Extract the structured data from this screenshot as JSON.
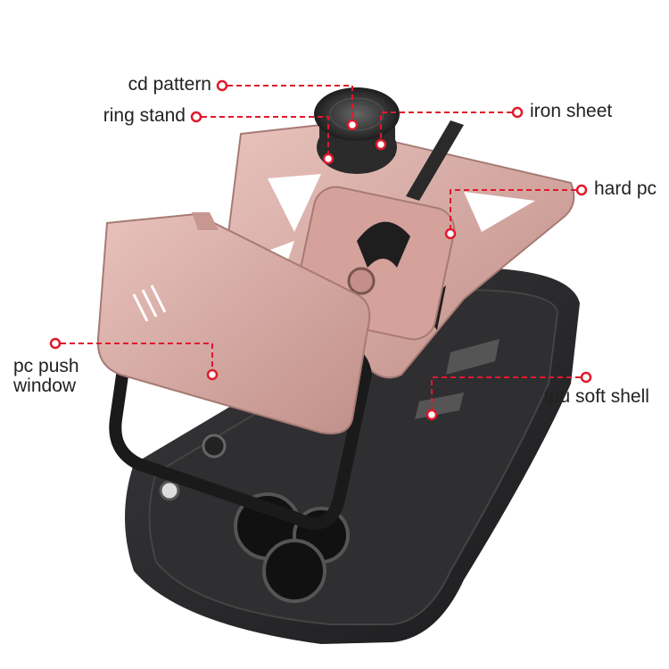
{
  "labels": {
    "cd_pattern": "cd pattern",
    "ring_stand": "ring stand",
    "iron_sheet": "iron sheet",
    "hard_pc": "hard pc",
    "pc_push_window_line1": "pc push",
    "pc_push_window_line2": "window",
    "tpu_soft_shell": "tpu soft shell"
  },
  "colors": {
    "callout": "#e0192b",
    "case_black": "#2a2a2c",
    "frame_pink": "#d9a9a3"
  }
}
